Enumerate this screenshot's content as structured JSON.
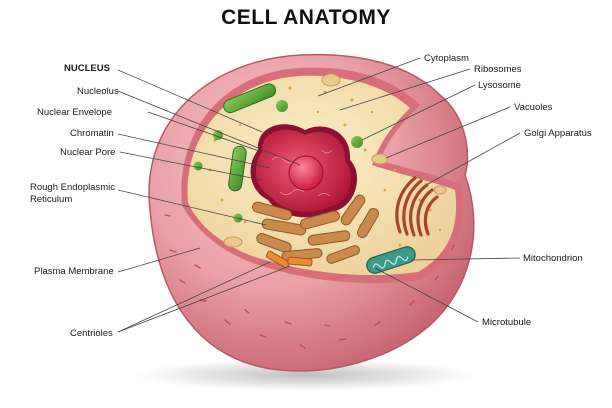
{
  "title": "CELL ANATOMY",
  "labels": {
    "nucleus": "NUCLEUS",
    "nucleolus": "Nucleolus",
    "nuclear_envelope": "Nuclear Envelope",
    "chromatin": "Chromatin",
    "nuclear_pore": "Nuclear Pore",
    "rough_er_line1": "Rough Endoplasmic",
    "rough_er_line2": "Reticulum",
    "plasma_membrane": "Plasma Membrane",
    "centrioles": "Centrioles",
    "cytoplasm": "Cytoplasm",
    "ribosomes": "Ribosomes",
    "lysosome": "Lysosome",
    "vacuoles": "Vacuoles",
    "golgi_apparatus": "Golgi Apparatus",
    "mitochondrion": "Mitochondrion",
    "microtubule": "Microtubule"
  },
  "colors": {
    "membrane_outer": "#e9a0a6",
    "membrane_inner": "#d76f7a",
    "cytoplasm": "#f3dfa8",
    "nucleus": "#d8284a",
    "organelle_green": "#5aa337",
    "rough_er": "#c98a4b",
    "golgi": "#a8442e",
    "mitochondrion": "#3c9a86",
    "leader_line": "#444444"
  }
}
